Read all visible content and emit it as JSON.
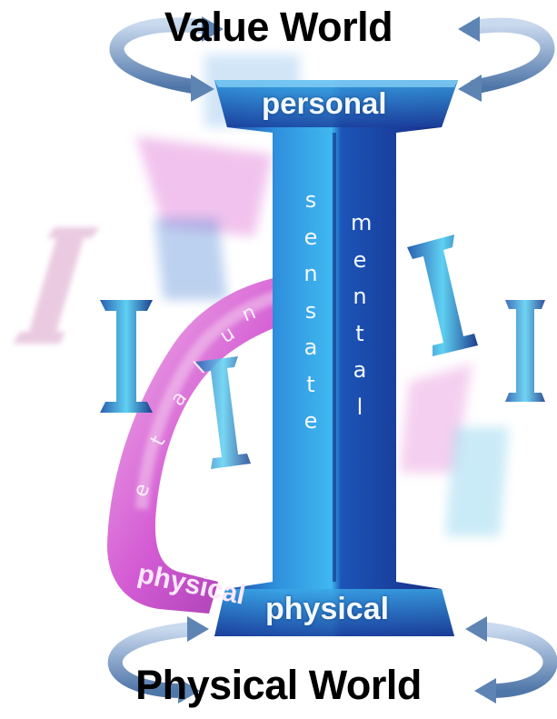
{
  "diagram": {
    "title_top": "Value World",
    "title_bottom": "Physical  World",
    "label_personal": "personal",
    "label_physical_bottom": "physical",
    "label_physical_curve": "physical",
    "word_sensate": "sensate",
    "word_mental": "mental",
    "curve_letters": "e t a l u n",
    "colors": {
      "i_beam_dark": "#0f2a86",
      "i_beam_mid": "#1f64c8",
      "i_beam_light": "#3fb6ee",
      "d_curve": "#c040c8",
      "arrow": "#5e84b4"
    }
  }
}
